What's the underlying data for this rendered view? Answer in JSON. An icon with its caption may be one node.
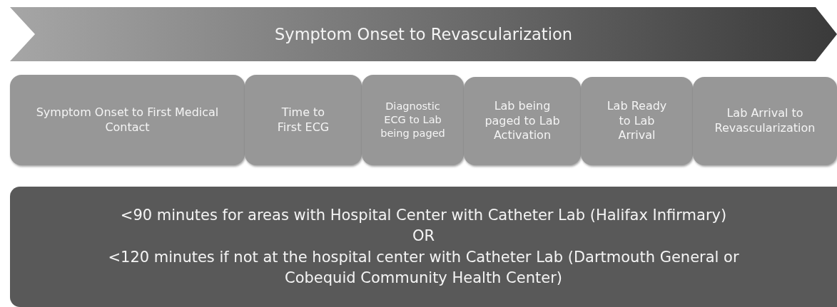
{
  "diagram": {
    "nodes": [
      {
        "text": [
          "Symptom Onset to Revascularization"
        ]
      },
      {
        "text": [
          "Symptom Onset to First Medical Contact"
        ]
      },
      {
        "text": [
          "Time to First ECG"
        ]
      },
      {
        "text": [
          "Diagnostic ECG to Lab being paged"
        ]
      },
      {
        "text": [
          "Lab being paged to Lab Activation"
        ]
      },
      {
        "text": [
          "Lab Ready to Lab Arrival"
        ]
      },
      {
        "text": [
          "Lab Arrival to Revascularization"
        ]
      },
      {
        "text": [
          "<90 minutes for areas with Hospital Center with Catheter Lab (Halifax Infirmary)",
          "OR",
          "<120 minutes if not at the hospital center with Catheter Lab (Dartmouth General or Cobequid Community Health Center)"
        ]
      }
    ]
  }
}
